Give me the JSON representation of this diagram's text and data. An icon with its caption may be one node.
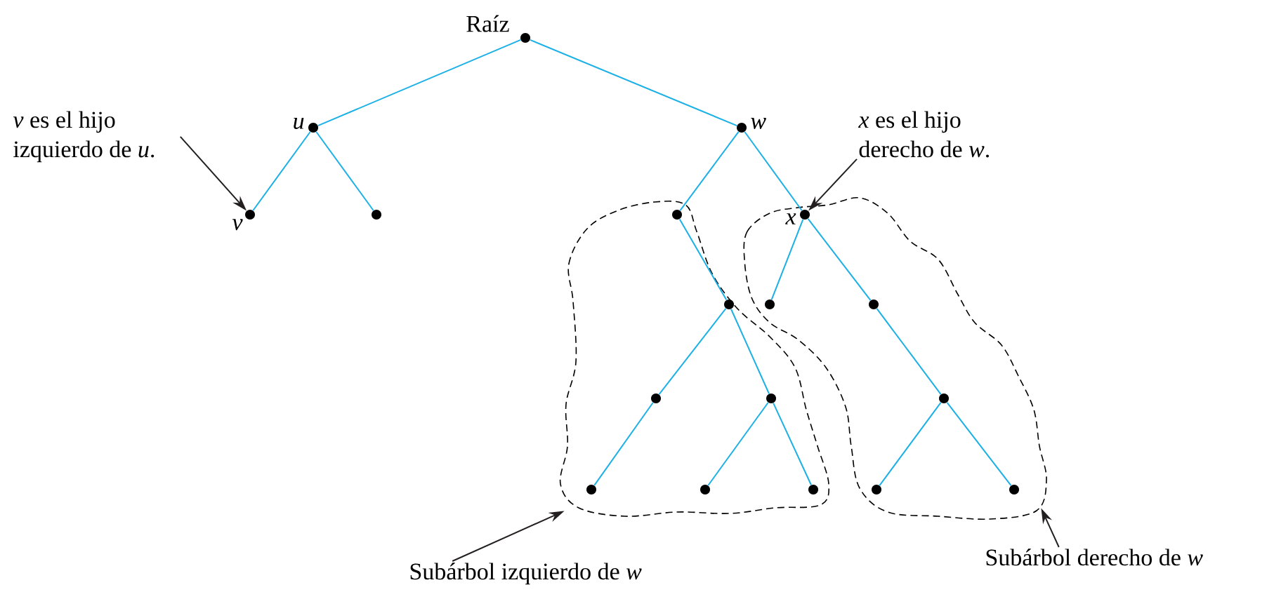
{
  "diagram": {
    "nodes": [
      {
        "text": [],
        "shape": "circle",
        "beside": [
          "Raíz"
        ]
      },
      {
        "text": [],
        "shape": "circle",
        "beside": [
          "u"
        ]
      },
      {
        "text": [],
        "shape": "circle",
        "beside": [
          "w"
        ]
      },
      {
        "text": [
          "*v* es el hijo izquierdo de *u*."
        ]
      },
      {
        "text": [
          "*x* es el hijo derecho de *w*."
        ]
      },
      {
        "text": [],
        "shape": "circle",
        "beside": [
          "v"
        ]
      },
      {
        "text": [],
        "shape": "circle"
      },
      {
        "text": [],
        "shape": "cloud"
      },
      {
        "text": [],
        "shape": "cloud"
      },
      {
        "text": [],
        "shape": "circle",
        "in": 7
      },
      {
        "text": [],
        "shape": "circle",
        "in": 8,
        "beside": [
          "x"
        ]
      },
      {
        "text": [],
        "shape": "circle",
        "in": 7
      },
      {
        "text": [],
        "shape": "circle",
        "in": 8
      },
      {
        "text": [],
        "shape": "circle",
        "in": 8
      },
      {
        "text": [],
        "shape": "circle",
        "in": 7
      },
      {
        "text": [],
        "shape": "circle",
        "in": 7
      },
      {
        "text": [],
        "shape": "circle",
        "in": 8
      },
      {
        "text": [],
        "shape": "circle",
        "in": 7
      },
      {
        "text": [],
        "shape": "circle",
        "in": 7
      },
      {
        "text": [],
        "shape": "circle",
        "in": 7
      },
      {
        "text": [],
        "shape": "circle",
        "in": 8
      },
      {
        "text": [],
        "shape": "circle",
        "in": 8
      },
      {
        "text": [
          "Subárbol izquierdo de *w*"
        ]
      },
      {
        "text": [
          "Subárbol derecho de *w*"
        ]
      }
    ],
    "edges": [
      {
        "from": 0,
        "to": 1,
        "arrow": "none"
      },
      {
        "from": 0,
        "to": 2,
        "arrow": "none"
      },
      {
        "from": 1,
        "to": 5,
        "arrow": "none"
      },
      {
        "from": 1,
        "to": 6,
        "arrow": "none"
      },
      {
        "from": 2,
        "to": 9,
        "arrow": "none"
      },
      {
        "from": 2,
        "to": 10,
        "arrow": "none"
      },
      {
        "from": 9,
        "to": 11,
        "arrow": "none"
      },
      {
        "from": 10,
        "to": 12,
        "arrow": "none"
      },
      {
        "from": 10,
        "to": 13,
        "arrow": "none"
      },
      {
        "from": 11,
        "to": 14,
        "arrow": "none"
      },
      {
        "from": 11,
        "to": 15,
        "arrow": "none"
      },
      {
        "from": 14,
        "to": 17,
        "arrow": "none"
      },
      {
        "from": 15,
        "to": 18,
        "arrow": "none"
      },
      {
        "from": 15,
        "to": 19,
        "arrow": "none"
      },
      {
        "from": 13,
        "to": 16,
        "arrow": "none"
      },
      {
        "from": 16,
        "to": 20,
        "arrow": "none"
      },
      {
        "from": 16,
        "to": 21,
        "arrow": "none"
      },
      {
        "from": 3,
        "to": 5,
        "arrow": "to",
        "color": "#231f20"
      },
      {
        "from": 4,
        "to": 10,
        "arrow": "to",
        "color": "#231f20"
      },
      {
        "from": 22,
        "to": 7,
        "arrow": "to",
        "color": "#231f20"
      },
      {
        "from": 23,
        "to": 8,
        "arrow": "to",
        "color": "#231f20"
      }
    ]
  }
}
